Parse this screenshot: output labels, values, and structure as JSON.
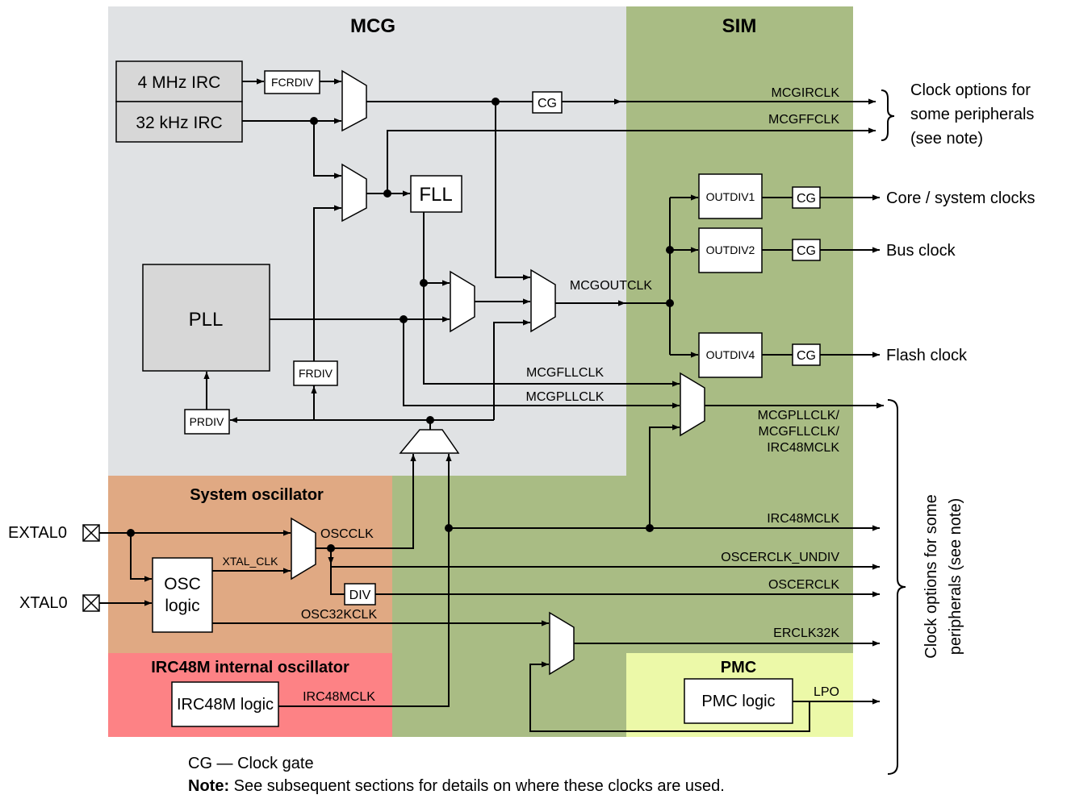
{
  "regions": {
    "mcg": "MCG",
    "sim": "SIM",
    "sysosc": "System oscillator",
    "irc48m": "IRC48M internal oscillator",
    "pmc": "PMC"
  },
  "blocks": {
    "irc4m": "4 MHz IRC",
    "irc32k": "32 kHz IRC",
    "fcrdiv": "FCRDIV",
    "cg": "CG",
    "fll": "FLL",
    "pll": "PLL",
    "frdiv": "FRDIV",
    "prdiv": "PRDIV",
    "outdiv1": "OUTDIV1",
    "outdiv2": "OUTDIV2",
    "outdiv4": "OUTDIV4",
    "osc_logic_1": "OSC",
    "osc_logic_2": "logic",
    "div": "DIV",
    "irc48m_logic": "IRC48M logic",
    "pmc_logic": "PMC logic"
  },
  "signals": {
    "mcgirclk": "MCGIRCLK",
    "mcgffclk": "MCGFFCLK",
    "mcgoutclk": "MCGOUTCLK",
    "mcgfllclk": "MCGFLLCLK",
    "mcgpllclk": "MCGPLLCLK",
    "mux_out_1": "MCGPLLCLK/",
    "mux_out_2": "MCGFLLCLK/",
    "mux_out_3": "IRC48MCLK",
    "osc_clk": "OSCCLK",
    "xtal_clk": "XTAL_CLK",
    "osc32kclk": "OSC32KCLK",
    "irc48mclk": "IRC48MCLK",
    "irc48mclk_sim": "IRC48MCLK",
    "oscerclk_undiv": "OSCERCLK_UNDIV",
    "oscerclk": "OSCERCLK",
    "erclk32k": "ERCLK32K",
    "lpo": "LPO"
  },
  "pins": {
    "extal0": "EXTAL0",
    "xtal0": "XTAL0"
  },
  "outputs": {
    "clock_opts_1": "Clock options for",
    "clock_opts_2": "some peripherals",
    "clock_opts_3": "(see note)",
    "core": "Core / system clocks",
    "bus": "Bus clock",
    "flash": "Flash clock",
    "vertical_1": "Clock options for some",
    "vertical_2": "peripherals (see note)"
  },
  "legend": {
    "cg_def": "CG — Clock gate",
    "note_label": "Note:",
    "note_text": " See subsequent sections for details on where these clocks are used."
  },
  "colors": {
    "mcg_bg": "#e0e2e4",
    "sim_bg": "#a9bc84",
    "sysosc_bg": "#e0a983",
    "irc48m_bg": "#fd8285",
    "pmc_bg": "#ecf9a8",
    "block_gray": "#d7d7d7"
  }
}
